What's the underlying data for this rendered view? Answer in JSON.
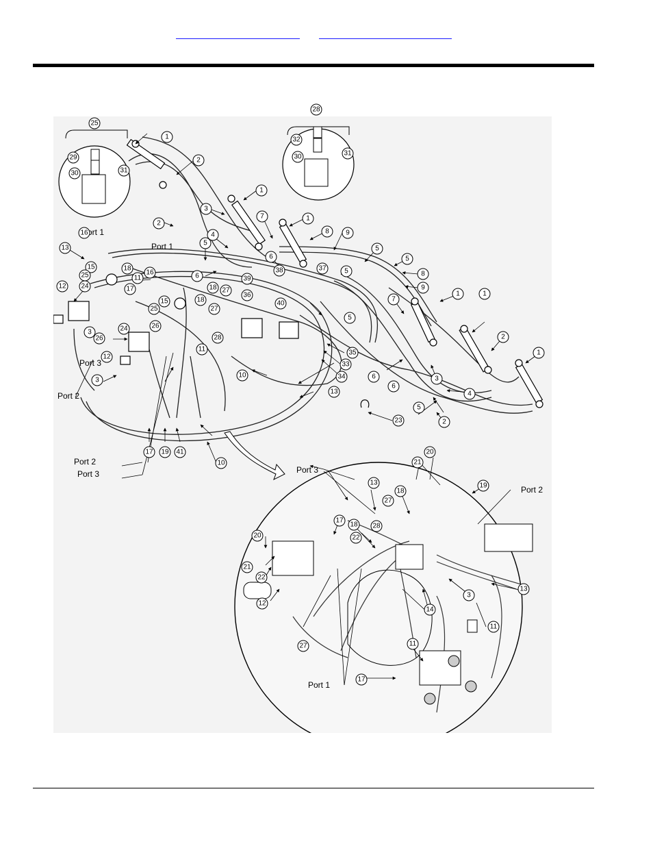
{
  "header": {
    "links": [
      {
        "label": ""
      },
      {
        "label": ""
      }
    ]
  },
  "diagram": {
    "port_labels": {
      "port1_top_left": "Port 1",
      "port1_center": "Port 1",
      "port3_left": "Port 3",
      "port2_left": "Port 2",
      "port2_bottom": "Port 2",
      "port3_bottom": "Port 3",
      "port3_detail": "Port 3",
      "port2_detail": "Port 2",
      "port1_detail": "Port 1"
    },
    "callouts": {
      "c25_group": "25",
      "c28_group": "28",
      "c29": "29",
      "c30a": "30",
      "c31a": "31",
      "c32": "32",
      "c30b": "30",
      "c31b": "31",
      "c1a": "1",
      "c2a": "2",
      "c2b": "2",
      "c3a": "3",
      "c1b": "1",
      "c7a": "7",
      "c1c": "1",
      "c8a": "8",
      "c9a": "9",
      "c5a": "5",
      "c4a": "4",
      "c6a": "6",
      "c5b": "5",
      "c5c": "5",
      "c5d": "5",
      "c8b": "8",
      "c9b": "9",
      "c7b": "7",
      "c1d": "1",
      "c13a": "13",
      "c16a": "16",
      "c15a": "15",
      "c25a": "25",
      "c18a": "18",
      "c12a": "12",
      "c24a": "24",
      "c26a": "26",
      "c11a": "11",
      "c17a": "17",
      "c16b": "16",
      "c15b": "15",
      "c18b": "18",
      "c25b": "25",
      "c26b": "26",
      "c24b": "24",
      "c12b": "12",
      "c3b": "3",
      "c27a": "27",
      "c18c": "18",
      "c36": "36",
      "c39": "39",
      "c38": "38",
      "c37": "37",
      "c40": "40",
      "c28a": "28",
      "c5e": "5",
      "c35": "35",
      "c33": "33",
      "c34": "34",
      "c11b": "11",
      "c3c": "3",
      "c10a": "10",
      "c13b": "13",
      "c17b": "17",
      "c19a": "19",
      "c41": "41",
      "c10b": "10",
      "c1e": "1",
      "c2c": "2",
      "c1f": "1",
      "c3d": "3",
      "c6b": "6",
      "c4b": "4",
      "c5f": "5",
      "c2d": "2",
      "c23": "23",
      "c6c": "6",
      "c20a": "20",
      "c21a": "21",
      "c13c": "13",
      "c27b": "27",
      "c18d": "18",
      "c19b": "19",
      "c17c": "17",
      "c18e": "18",
      "c22a": "22",
      "c28b": "28",
      "c20b": "20",
      "c21b": "21",
      "c22b": "22",
      "c12c": "12",
      "c14": "14",
      "c3e": "3",
      "c13d": "13",
      "c11c": "11",
      "c11d": "11",
      "c27c": "27",
      "c17d": "17"
    }
  }
}
